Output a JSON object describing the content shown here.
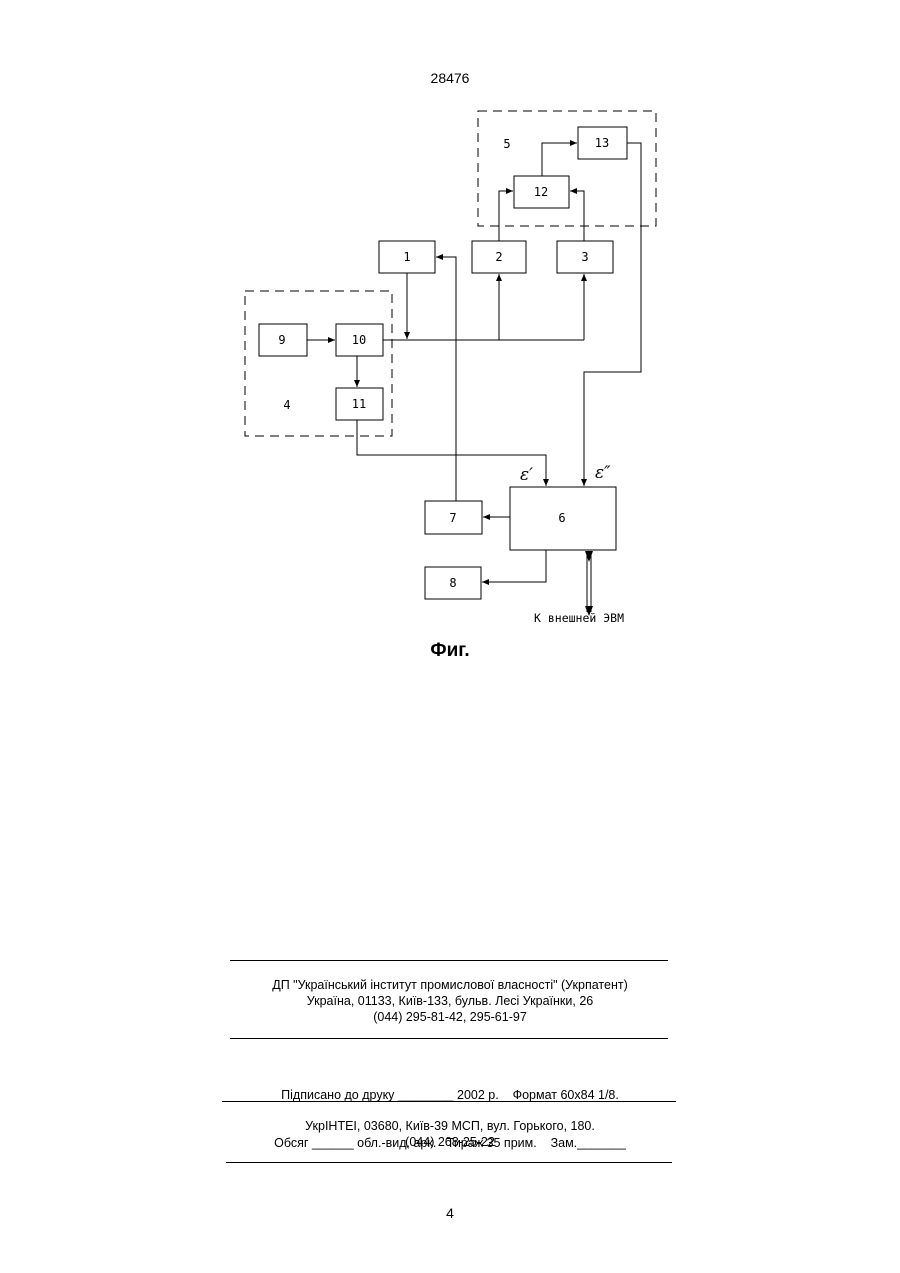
{
  "header": {
    "patent_number": "28476"
  },
  "figure": {
    "caption": "Фиг.",
    "blocks": {
      "b1": "1",
      "b2": "2",
      "b3": "3",
      "b5": "5",
      "b6": "6",
      "b7": "7",
      "b8": "8",
      "b9": "9",
      "b10": "10",
      "b11": "11",
      "b12": "12",
      "b13": "13",
      "b4": "4"
    },
    "inputs": {
      "eps1": "ε′",
      "eps2": "ε″"
    },
    "external": "К внешней ЭВМ"
  },
  "footer": {
    "publisher_lines": [
      "ДП \"Український інститут промислової власності\" (Укрпатент)",
      "Україна, 01133, Київ-133, бульв. Лесі Українки, 26",
      "(044) 295-81-42, 295-61-97"
    ],
    "print_lines": [
      "Підписано до друку ________ 2002 р.    Формат 60х84 1/8.",
      "Обсяг ______ обл.-вид. арк.   Тираж 35 прим.    Зам._______"
    ],
    "printer_lines": [
      "УкрІНТЕІ, 03680, Київ-39 МСП, вул. Горького, 180.",
      "(044) 268-25-22"
    ]
  },
  "page_number": "4"
}
